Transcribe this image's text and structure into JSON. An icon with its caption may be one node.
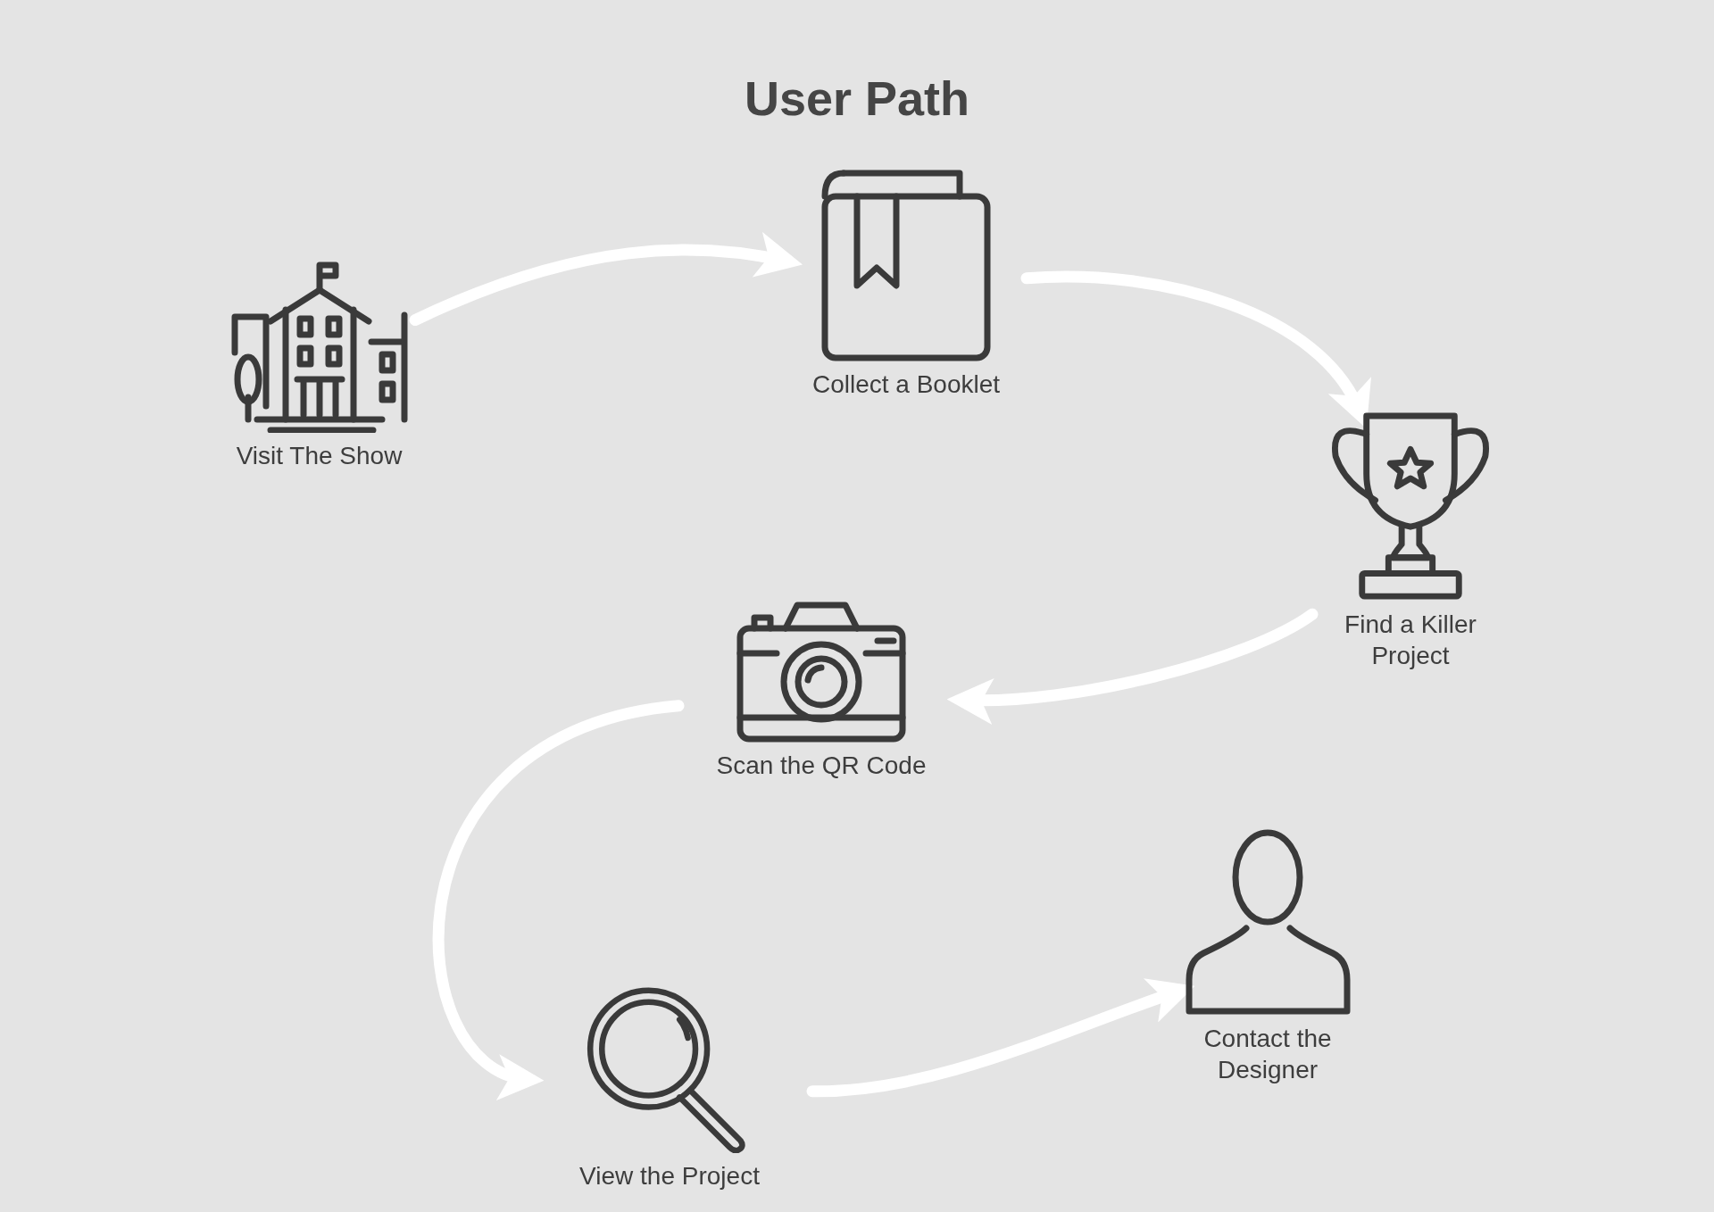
{
  "diagram": {
    "title": "User Path",
    "nodes": [
      {
        "text": [
          "Visit The Show"
        ]
      },
      {
        "text": [
          "Collect a Booklet"
        ]
      },
      {
        "text": [
          "Find a Killer Project"
        ]
      },
      {
        "text": [
          "Scan the QR Code"
        ]
      },
      {
        "text": [
          "View the Project"
        ]
      },
      {
        "text": [
          "Contact the Designer"
        ]
      }
    ],
    "edges": [
      {
        "from": 0,
        "to": 1,
        "arrow": "to"
      },
      {
        "from": 1,
        "to": 2,
        "arrow": "to"
      },
      {
        "from": 2,
        "to": 3,
        "arrow": "to"
      },
      {
        "from": 3,
        "to": 4,
        "arrow": "to"
      },
      {
        "from": 4,
        "to": 5,
        "arrow": "to"
      }
    ]
  }
}
